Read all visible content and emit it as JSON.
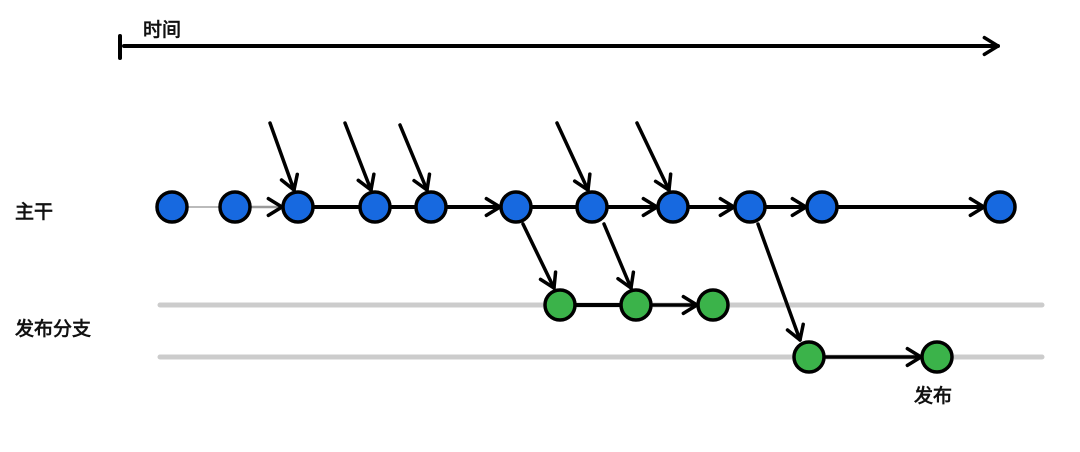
{
  "labels": {
    "time": "时间",
    "trunk": "主干",
    "release_branch": "发布分支",
    "release": "发布"
  },
  "colors": {
    "trunk_commit": "#1769e0",
    "release_commit": "#3bb34a",
    "lane": "#cccccc",
    "stroke": "#000000"
  },
  "counts": {
    "trunk_commits": 11,
    "release_branch_1_commits": 3,
    "release_branch_2_commits": 2
  }
}
